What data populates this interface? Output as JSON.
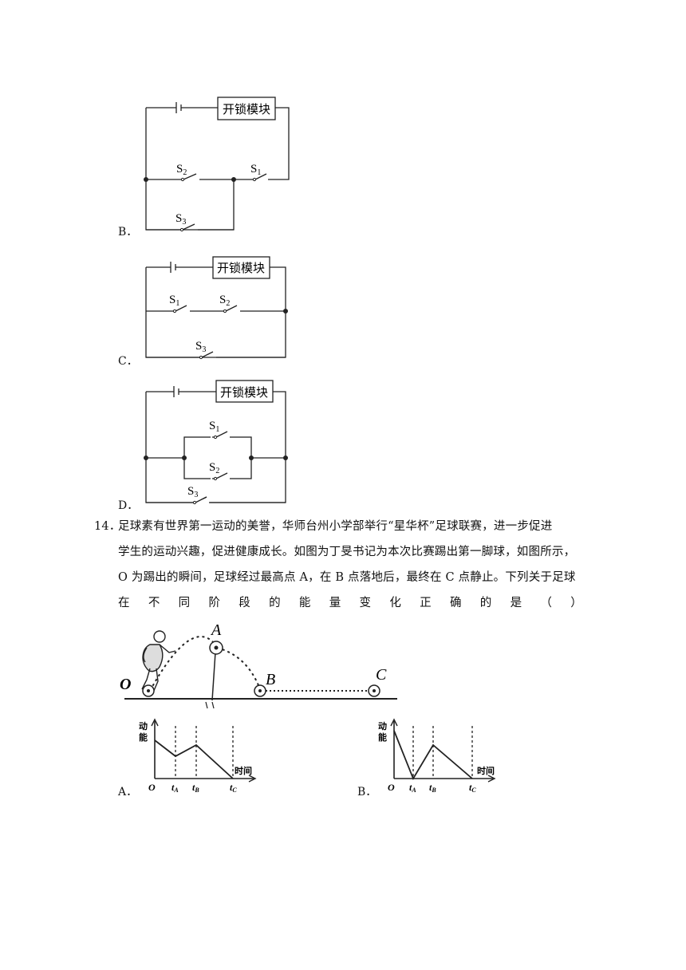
{
  "circuits": {
    "module_label": "开锁模块",
    "s1": "S",
    "s1_sub": "1",
    "s2": "S",
    "s2_sub": "2",
    "s3": "S",
    "s3_sub": "3"
  },
  "options": {
    "B": "B．",
    "C": "C．",
    "D": "D．"
  },
  "question14": {
    "number": "14．",
    "line1": "足球素有世界第一运动的美誉，华师台州小学部举行“星华杯”足球联赛，进一步促进",
    "line2": "学生的运动兴趣，促进健康成长。如图为丁旻书记为本次比赛踢出第一脚球，如图所示，",
    "line3": "O 为踢出的瞬间，足球经过最高点 A，在 B 点落地后，最终在 C 点静止。下列关于足球",
    "line4_chars": [
      "在",
      "不",
      "同",
      "阶",
      "段",
      "的",
      "能",
      "量",
      "变",
      "化",
      "正",
      "确",
      "的",
      "是",
      "（",
      "）"
    ]
  },
  "kick_figure": {
    "points": [
      "O",
      "A",
      "B",
      "C"
    ]
  },
  "graphs": {
    "ylabel_1": "动",
    "ylabel_2": "能",
    "xlabel": "时间",
    "origin": "O",
    "t_a": "t",
    "t_a_sub": "A",
    "t_b": "t",
    "t_b_sub": "B",
    "t_c": "t",
    "t_c_sub": "C",
    "label_a": "A．",
    "label_b": "B．"
  }
}
